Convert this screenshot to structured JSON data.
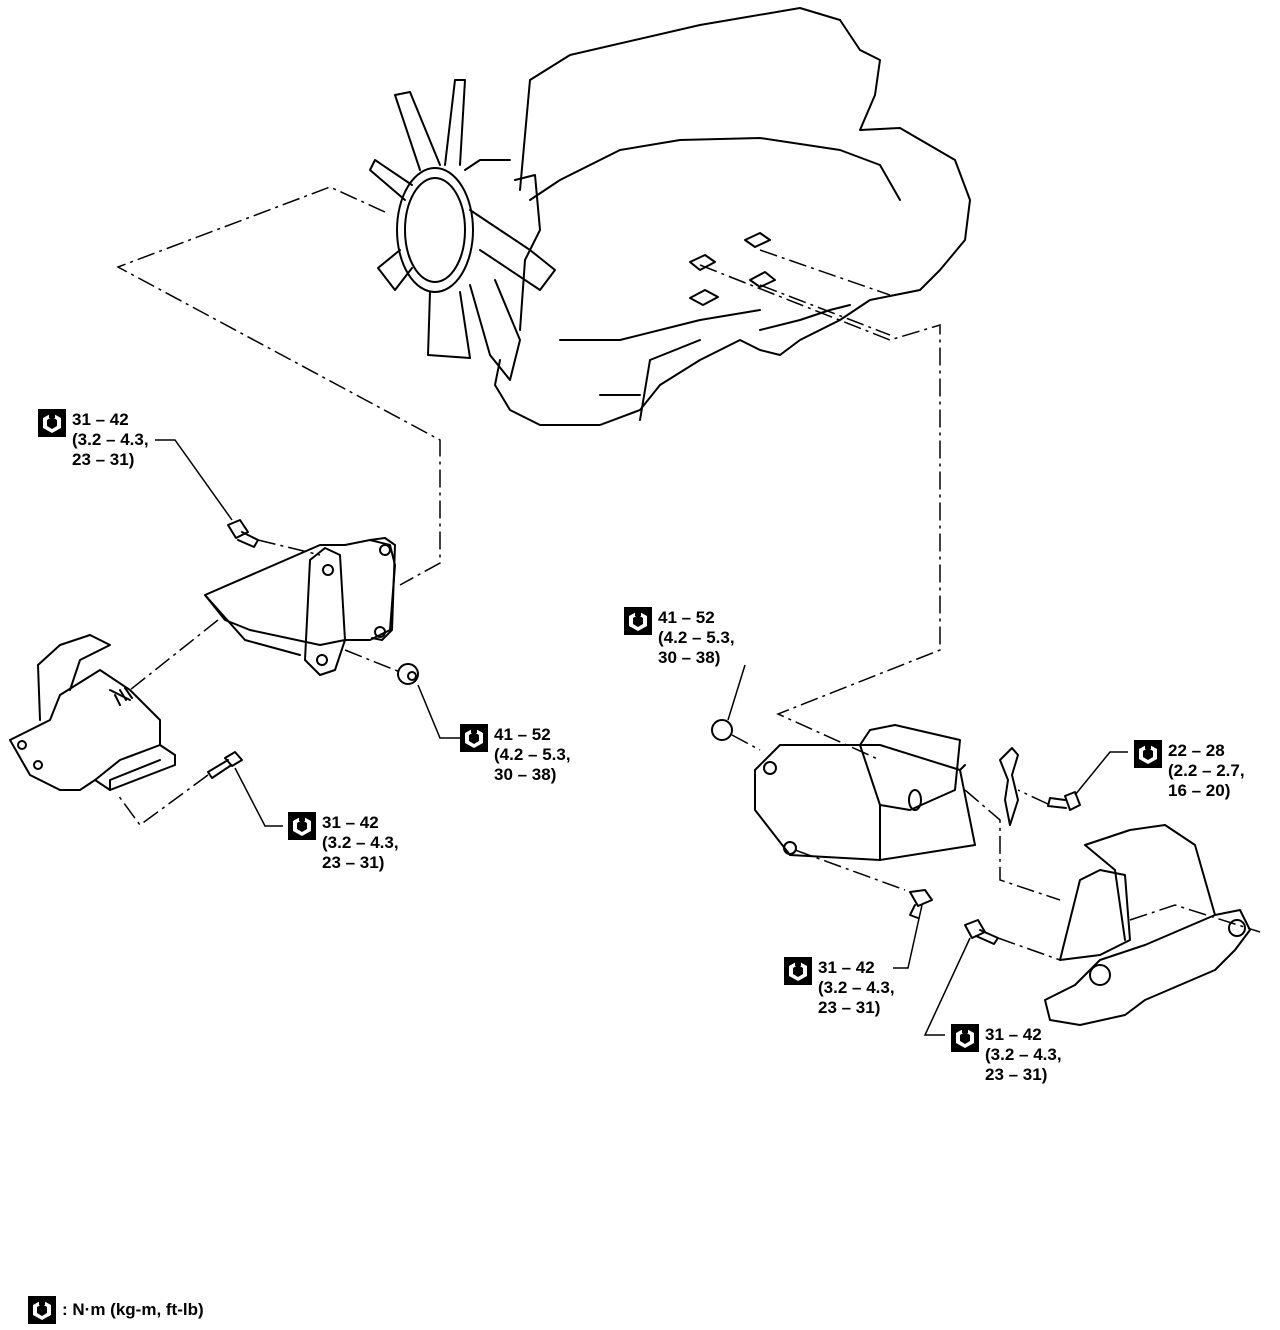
{
  "torque_labels": [
    {
      "id": "lh-upper-bolt",
      "lines": [
        "31 – 42",
        "(3.2 – 4.3,",
        "23 – 31)"
      ]
    },
    {
      "id": "lh-nut",
      "lines": [
        "41 – 52",
        "(4.2 – 5.3,",
        "30 – 38)"
      ]
    },
    {
      "id": "lh-lower-bolt",
      "lines": [
        "31 – 42",
        "(3.2 – 4.3,",
        "23 – 31)"
      ]
    },
    {
      "id": "rh-nut",
      "lines": [
        "41 – 52",
        "(4.2 – 5.3,",
        "30 – 38)"
      ]
    },
    {
      "id": "rh-bracket-bolt",
      "lines": [
        "22 – 28",
        "(2.2 – 2.7,",
        "16 – 20)"
      ]
    },
    {
      "id": "rh-lower-bolt",
      "lines": [
        "31 – 42",
        "(3.2 – 4.3,",
        "23 – 31)"
      ]
    },
    {
      "id": "rh-insulator-bolt",
      "lines": [
        "31 – 42",
        "(3.2 – 4.3,",
        "23 – 31)"
      ]
    }
  ],
  "legend": {
    "text": ": N·m (kg-m, ft-lb)"
  },
  "icons": {
    "torque": "torque-wrench-icon"
  },
  "colors": {
    "ink": "#000000",
    "paper": "#ffffff"
  }
}
